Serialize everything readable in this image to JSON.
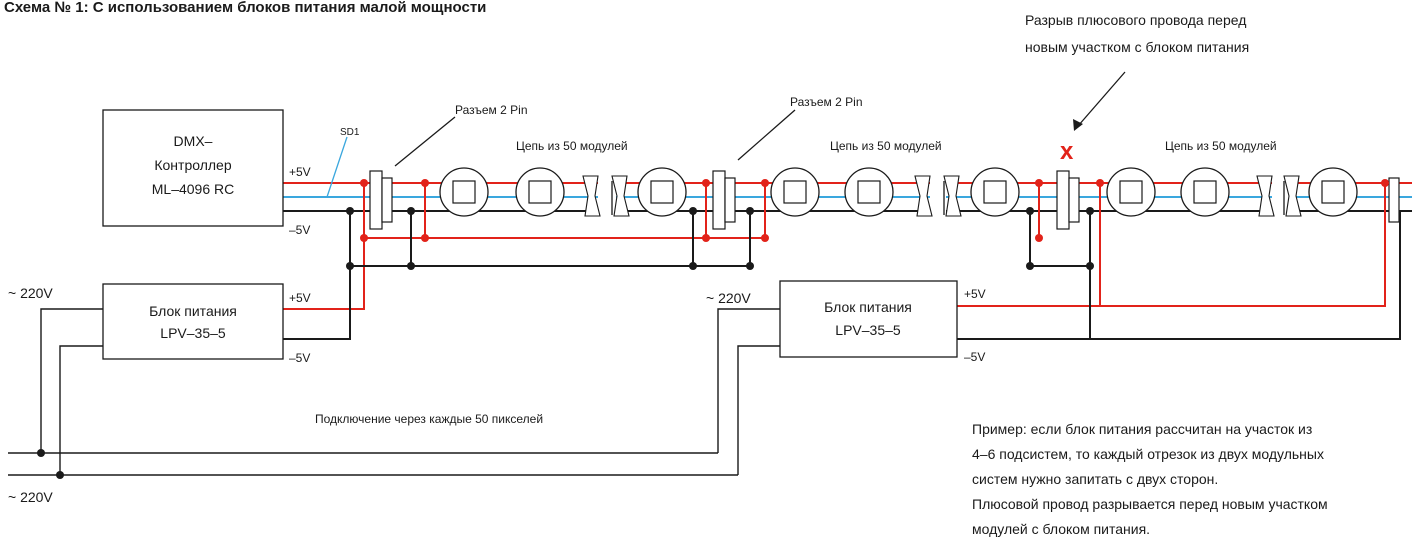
{
  "title": "Схема № 1: С использованием блоков питания малой мощности",
  "break_note": {
    "line1": "Разрыв плюсового провода перед",
    "line2": "новым участком с блоком питания"
  },
  "break_mark": "x",
  "controller": {
    "line1": "DMX–",
    "line2": "Контроллер",
    "line3": "ML–4096 RC",
    "signal_label": "SD1",
    "plus_label": "+5V",
    "minus_label": "–5V"
  },
  "connectors": [
    {
      "label": "Разъем 2 Pin"
    },
    {
      "label": "Разъем 2 Pin"
    }
  ],
  "chains": [
    {
      "label": "Цепь из  50 модулей"
    },
    {
      "label": "Цепь из 50 модулей"
    },
    {
      "label": "Цепь из 50 модулей"
    }
  ],
  "psu_1": {
    "line1": "Блок питания",
    "line2": "LPV–35–5",
    "plus_label": "+5V",
    "minus_label": "–5V",
    "ac_label": "~ 220V"
  },
  "psu_2": {
    "line1": "Блок питания",
    "line2": "LPV–35–5",
    "plus_label": "+5V",
    "minus_label": "–5V",
    "ac_label": "~ 220V"
  },
  "mains_label": "~ 220V",
  "connection_note": "Подключение через каждые 50 пикселей",
  "example_note": {
    "line1": "Пример: если блок питания рассчитан на участок из",
    "line2": "4–6 подсистем, то каждый отрезок из двух модульных",
    "line3": "систем нужно запитать с двух сторон.",
    "line4": "Плюсовой провод разрывается перед новым участком",
    "line5": "модулей с блоком питания."
  },
  "colors": {
    "positive_wire": "#e2231a",
    "signal_wire": "#3aa7de",
    "negative_wire": "#1a1a1a",
    "break_mark": "#e2231a"
  }
}
